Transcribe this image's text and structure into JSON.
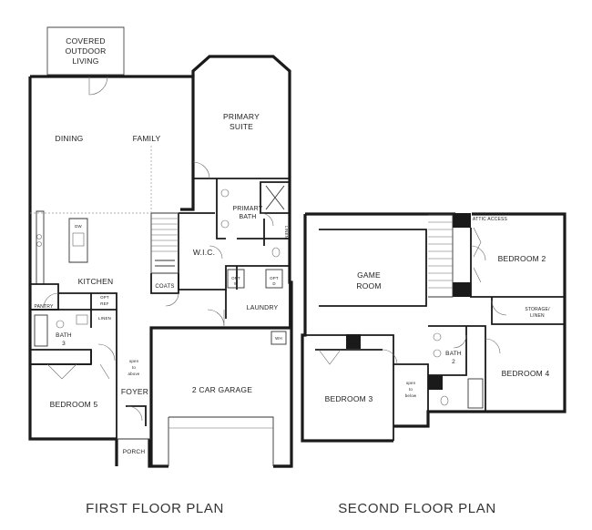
{
  "first_floor": {
    "title": "FIRST FLOOR PLAN",
    "rooms": {
      "covered_l1": "COVERED",
      "covered_l2": "OUTDOOR",
      "covered_l3": "LIVING",
      "dining": "DINING",
      "family": "FAMILY",
      "primary_suite_l1": "PRIMARY",
      "primary_suite_l2": "SUITE",
      "primary_bath_l1": "PRIMARY",
      "primary_bath_l2": "BATH",
      "linen": "LINEN",
      "wic": "W.I.C.",
      "dw": "DW",
      "kitchen": "KITCHEN",
      "coats": "COATS",
      "opt_w": "OPT",
      "opt_w2": "W",
      "opt_d": "OPT",
      "opt_d2": "D",
      "laundry": "LAUNDRY",
      "pantry": "PANTRY",
      "opt_ref_l1": "OPT",
      "opt_ref_l2": "REF",
      "linen2": "LINEN",
      "bath3_l1": "BATH",
      "bath3_l2": "3",
      "open_above_l1": "open",
      "open_above_l2": "to",
      "open_above_l3": "above",
      "wh": "WH",
      "foyer": "FOYER",
      "garage": "2 CAR GARAGE",
      "bedroom5": "BEDROOM 5",
      "porch": "PORCH"
    }
  },
  "second_floor": {
    "title": "SECOND FLOOR PLAN",
    "rooms": {
      "attic": "ATTIC ACCESS",
      "bedroom2": "BEDROOM 2",
      "game_l1": "GAME",
      "game_l2": "ROOM",
      "storage_l1": "STORAGE/",
      "storage_l2": "LINEN",
      "bath2_l1": "BATH",
      "bath2_l2": "2",
      "bedroom4": "BEDROOM 4",
      "bedroom3": "BEDROOM 3",
      "open_below_l1": "open",
      "open_below_l2": "to",
      "open_below_l3": "below"
    }
  }
}
